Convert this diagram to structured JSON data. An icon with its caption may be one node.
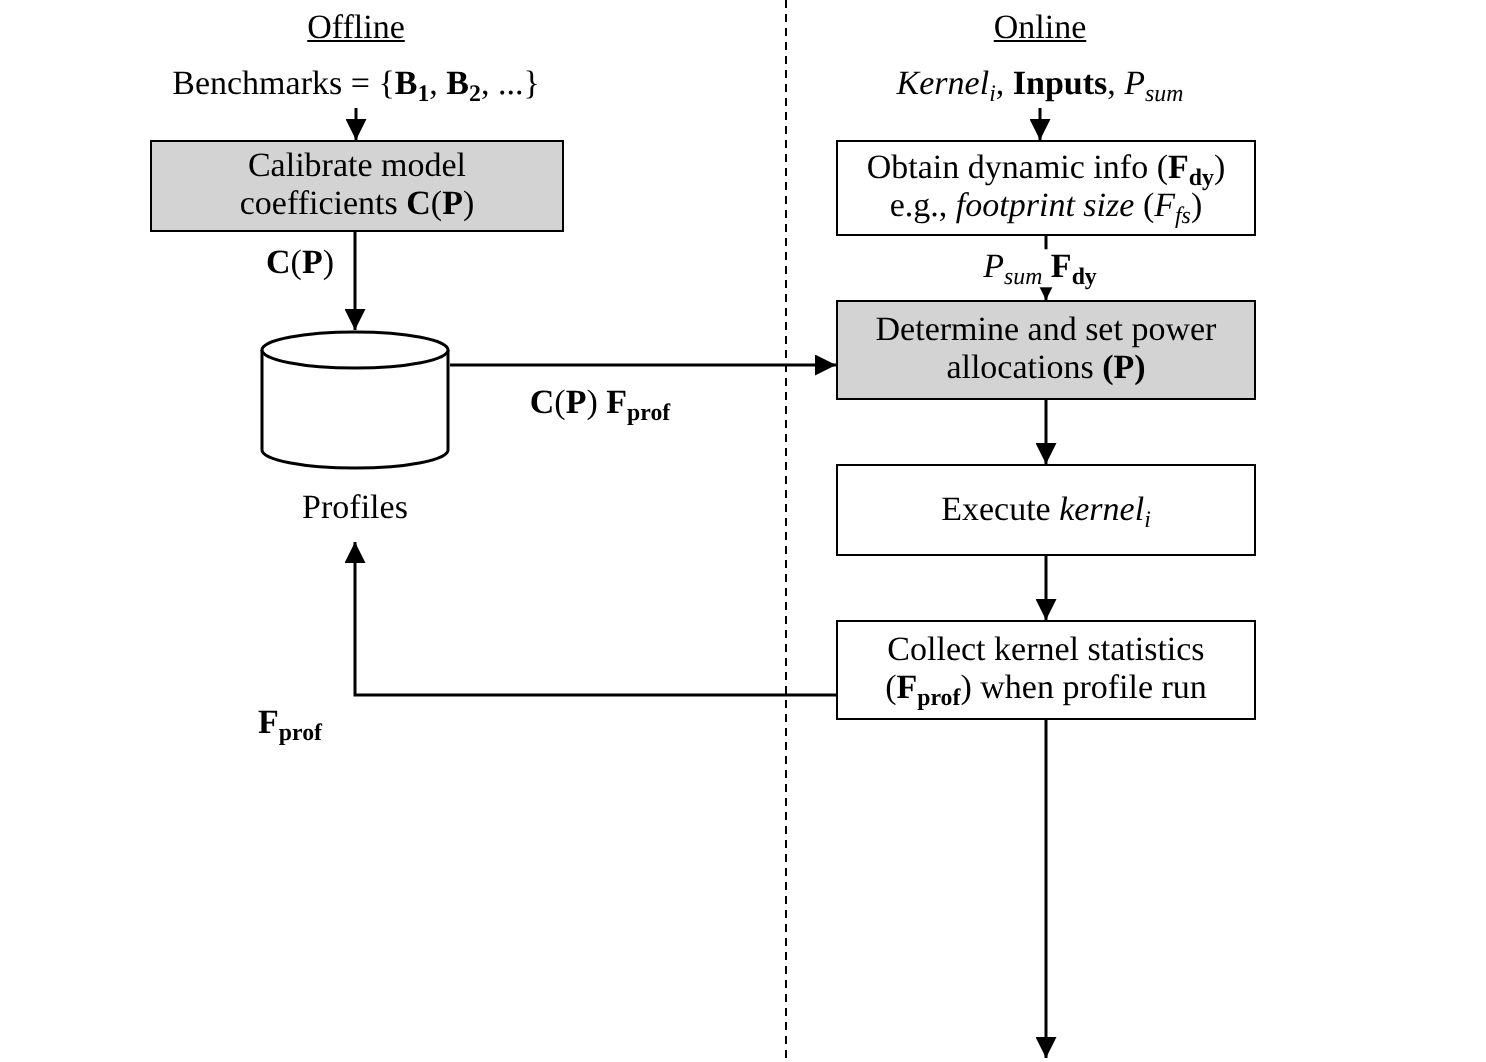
{
  "diagram": {
    "nodes": [
      {
        "text": [
          "Benchmarks = {**B$_{1}$**, **B$_{2}$**, ...}"
        ]
      },
      {
        "text": [
          "Calibrate model coefficients **C**(**P**)"
        ]
      },
      {
        "text": [],
        "shape": "cylinder",
        "beside": [
          "Profiles"
        ]
      },
      {
        "text": [
          "*Kernel$_{i}$*, **Inputs**, *P$_{sum}$*"
        ]
      },
      {
        "text": [
          "Obtain dynamic info (**F$_{dy}$**) e.g., *footprint size* (*F$_{fs}$*)"
        ]
      },
      {
        "text": [
          "Determine and set power allocations **(P)**"
        ]
      },
      {
        "text": [
          "Execute *kernel$_{i}$*"
        ]
      },
      {
        "text": [
          "Collect kernel statistics (**F$_{prof}$**) when profile run"
        ]
      }
    ],
    "edges": [
      {
        "from": 0,
        "to": 1,
        "arrow": "to"
      },
      {
        "from": 1,
        "to": 2,
        "arrow": "to",
        "label": "**C**(**P**)"
      },
      {
        "from": 3,
        "to": 4,
        "arrow": "to"
      },
      {
        "from": 4,
        "to": 5,
        "arrow": "to",
        "label": "*P$_{sum}$* **F$_{dy}$**"
      },
      {
        "from": 2,
        "to": 5,
        "arrow": "to",
        "label": "**C**(**P**)  **F$_{prof}$**"
      },
      {
        "from": 5,
        "to": 6,
        "arrow": "to"
      },
      {
        "from": 6,
        "to": 7,
        "arrow": "to"
      },
      {
        "from": 7,
        "to": 2,
        "arrow": "to",
        "label": "**F$_{prof}$**"
      },
      {
        "from": 7,
        "to": null,
        "arrow": "to"
      }
    ],
    "labels": [
      "Offline",
      "Online"
    ]
  }
}
